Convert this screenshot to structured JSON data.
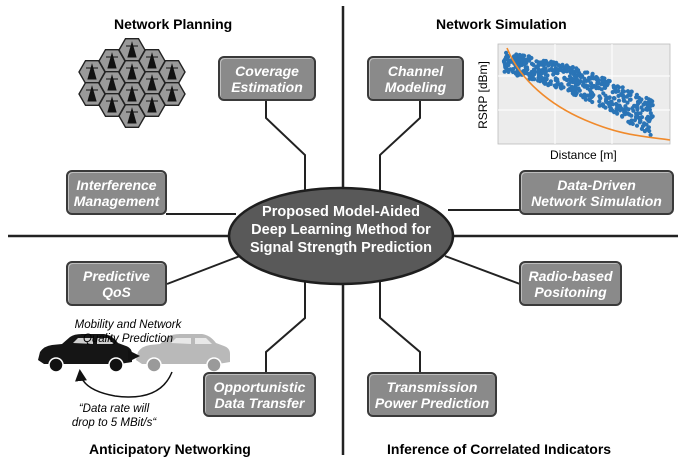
{
  "quadrants": {
    "top_left": "Network Planning",
    "top_right": "Network Simulation",
    "bottom_left": "Anticipatory Networking",
    "bottom_right": "Inference of Correlated Indicators"
  },
  "center": {
    "line1": "Proposed Model-Aided",
    "line2": "Deep Learning Method for",
    "line3": "Signal Strength Prediction"
  },
  "boxes": {
    "coverage": {
      "line1": "Coverage",
      "line2": "Estimation"
    },
    "interference": {
      "line1": "Interference",
      "line2": "Management"
    },
    "channel": {
      "line1": "Channel",
      "line2": "Modeling"
    },
    "datadriven": {
      "line1": "Data-Driven",
      "line2": "Network Simulation"
    },
    "predictive": {
      "line1": "Predictive",
      "line2": "QoS"
    },
    "opportunistic": {
      "line1": "Opportunistic",
      "line2": "Data Transfer"
    },
    "radio": {
      "line1": "Radio-based",
      "line2": "Positoning"
    },
    "transmission": {
      "line1": "Transmission",
      "line2": "Power Prediction"
    }
  },
  "notes": {
    "mobility_line1": "Mobility and Network",
    "mobility_line2": "Quality Prediction",
    "quote_line1": "“Data rate will",
    "quote_line2": "drop to 5 MBit/s“"
  },
  "chart_data": {
    "type": "scatter",
    "xlabel": "Distance [m]",
    "ylabel": "RSRP [dBm]",
    "colors": {
      "points": "#2a74b6",
      "fit": "#f08a2c"
    }
  },
  "colors": {
    "box_fill": "#8a8a8a",
    "box_border": "#3a3a3a",
    "center_fill": "#595959"
  }
}
